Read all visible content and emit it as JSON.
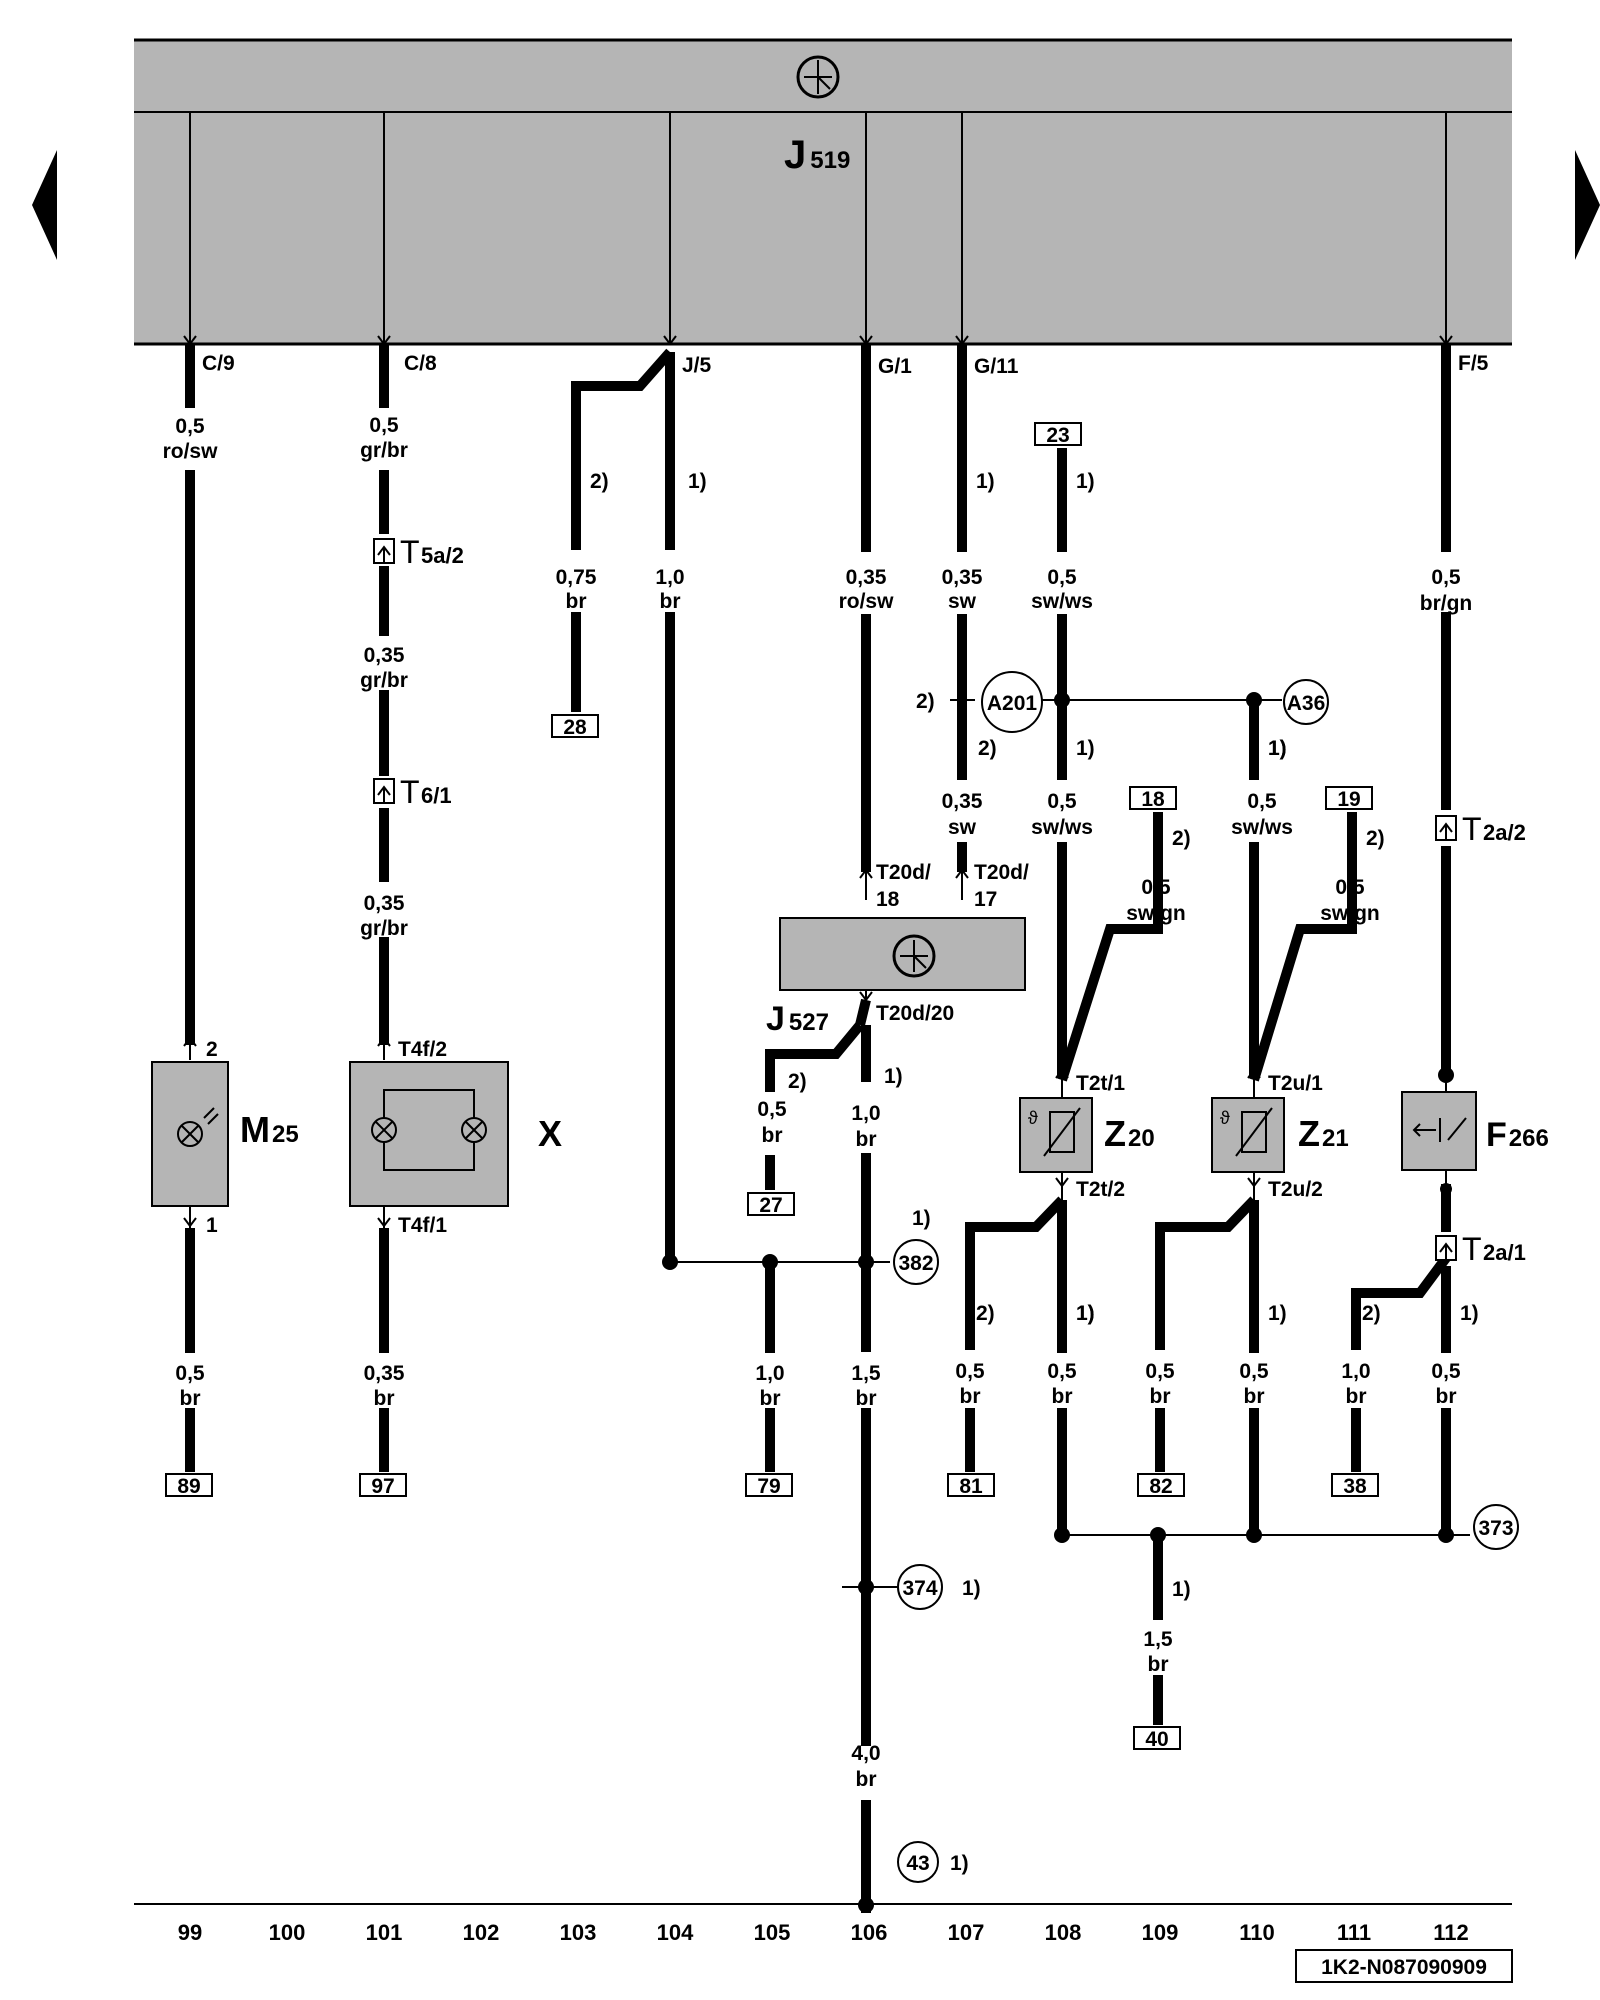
{
  "control_unit": {
    "name": "J",
    "sub": "519",
    "pins": [
      "C/9",
      "C/8",
      "J/5",
      "G/1",
      "G/11",
      "F/5"
    ]
  },
  "connector_box": {
    "name": "J",
    "sub": "527",
    "pins": [
      "T20d/",
      "18",
      "T20d/",
      "17",
      "T20d/20"
    ]
  },
  "wires": [
    {
      "size": "0,5",
      "color": "ro/sw"
    },
    {
      "size": "0,5",
      "color": "gr/br"
    },
    {
      "size": "0,35",
      "color": "gr/br"
    },
    {
      "size": "0,35",
      "color": "gr/br"
    },
    {
      "size": "0,75",
      "color": "br"
    },
    {
      "size": "1,0",
      "color": "br"
    },
    {
      "size": "0,35",
      "color": "ro/sw"
    },
    {
      "size": "0,35",
      "color": "sw"
    },
    {
      "size": "0,5",
      "color": "sw/ws"
    },
    {
      "size": "0,5",
      "color": "br/gn"
    },
    {
      "size": "0,35",
      "color": "sw"
    },
    {
      "size": "0,5",
      "color": "sw/ws"
    },
    {
      "size": "0,5",
      "color": "sw/ws"
    },
    {
      "size": "0,5",
      "color": "sw/gn"
    },
    {
      "size": "0,5",
      "color": "sw/gn"
    },
    {
      "size": "0,5",
      "color": "br"
    },
    {
      "size": "1,0",
      "color": "br"
    },
    {
      "size": "0,5",
      "color": "br"
    },
    {
      "size": "1,0",
      "color": "br"
    },
    {
      "size": "1,5",
      "color": "br"
    },
    {
      "size": "0,5",
      "color": "br"
    },
    {
      "size": "0,5",
      "color": "br"
    },
    {
      "size": "0,5",
      "color": "br"
    },
    {
      "size": "0,5",
      "color": "br"
    },
    {
      "size": "1,0",
      "color": "br"
    },
    {
      "size": "0,5",
      "color": "br"
    },
    {
      "size": "0,35",
      "color": "br"
    },
    {
      "size": "1,5",
      "color": "br"
    },
    {
      "size": "4,0",
      "color": "br"
    }
  ],
  "notes": [
    "2)",
    "1)",
    "1)",
    "1)",
    "1)",
    "2)",
    "2)",
    "1)",
    "1)",
    "2)",
    "2)",
    "1)",
    "1)",
    "1)",
    "2)",
    "1)",
    "2)",
    "1)",
    "2)",
    "1)",
    "1)",
    "1)",
    "1)"
  ],
  "connectors": [
    "T",
    "5a/2",
    "T",
    "6/1",
    "T",
    "2a/2",
    "T",
    "2a/1"
  ],
  "component_pins": [
    "2",
    "1",
    "T4f/2",
    "T4f/1",
    "T2t/1",
    "T2t/2",
    "T2u/1",
    "T2u/2"
  ],
  "components": [
    {
      "name": "M",
      "sub": "25"
    },
    {
      "name": "X",
      "sub": ""
    },
    {
      "name": "Z",
      "sub": "20"
    },
    {
      "name": "Z",
      "sub": "21"
    },
    {
      "name": "F",
      "sub": "266"
    }
  ],
  "ground_points": [
    "A201",
    "A36",
    "382",
    "374",
    "373",
    "43"
  ],
  "refs": [
    "23",
    "18",
    "19",
    "28",
    "27",
    "89",
    "97",
    "79",
    "81",
    "82",
    "38",
    "40"
  ],
  "columns": [
    "99",
    "100",
    "101",
    "102",
    "103",
    "104",
    "105",
    "106",
    "107",
    "108",
    "109",
    "110",
    "111",
    "112"
  ],
  "footer_code": "1K2-N087090909"
}
